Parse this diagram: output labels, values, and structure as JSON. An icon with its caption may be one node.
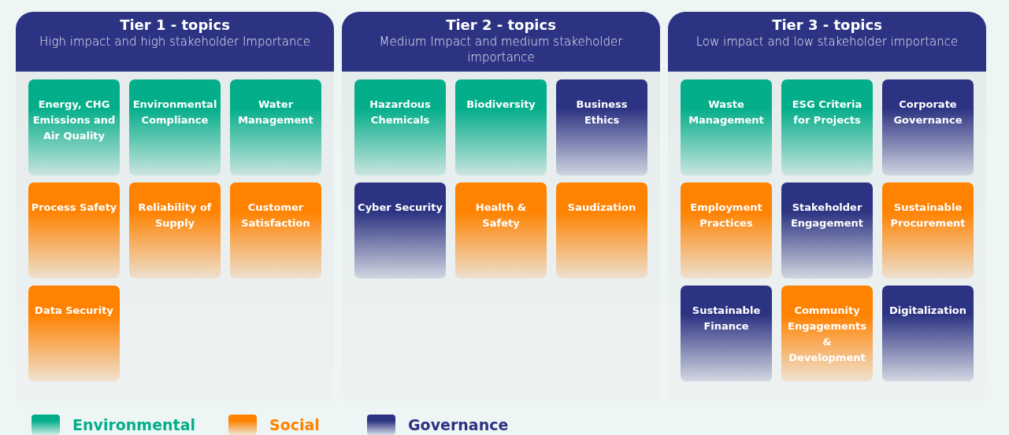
{
  "diagram": {
    "nodes": [
      {
        "text": [
          "Tier 1 - topics",
          "High impact and high stakeholder Importance"
        ]
      },
      {
        "text": [
          "Energy, CHG Emissions and Air Quality"
        ],
        "in": 0
      },
      {
        "text": [
          "Environmental Compliance"
        ],
        "in": 0
      },
      {
        "text": [
          "Water Management"
        ],
        "in": 0
      },
      {
        "text": [
          "Process Safety"
        ],
        "in": 0
      },
      {
        "text": [
          "Reliability of Supply"
        ],
        "in": 0
      },
      {
        "text": [
          "Customer Satisfaction"
        ],
        "in": 0
      },
      {
        "text": [
          "Data Security"
        ],
        "in": 0
      },
      {
        "text": [
          "Tier 2 - topics",
          "Medium Impact and medium stakeholder importance"
        ]
      },
      {
        "text": [
          "Hazardous Chemicals"
        ],
        "in": 8
      },
      {
        "text": [
          "Biodiversity"
        ],
        "in": 8
      },
      {
        "text": [
          "Business Ethics"
        ],
        "in": 8
      },
      {
        "text": [
          "Cyber Security"
        ],
        "in": 8
      },
      {
        "text": [
          "Health & Safety"
        ],
        "in": 8
      },
      {
        "text": [
          "Saudization"
        ],
        "in": 8
      },
      {
        "text": [
          "Tier 3 - topics",
          "Low impact and low stakeholder importance"
        ]
      },
      {
        "text": [
          "Waste Management"
        ],
        "in": 15
      },
      {
        "text": [
          "ESG Criteria for Projects"
        ],
        "in": 15
      },
      {
        "text": [
          "Corporate Governance"
        ],
        "in": 15
      },
      {
        "text": [
          "Employment Practices"
        ],
        "in": 15
      },
      {
        "text": [
          "Stakeholder Engagement"
        ],
        "in": 15
      },
      {
        "text": [
          "Sustainable Procurement"
        ],
        "in": 15
      },
      {
        "text": [
          "Sustainable Finance"
        ],
        "in": 15
      },
      {
        "text": [
          "Community Engagements & Development"
        ],
        "in": 15
      },
      {
        "text": [
          "Digitalization"
        ],
        "in": 15
      }
    ],
    "legend": [
      {
        "text": "Environmental",
        "color": "#04ae8a"
      },
      {
        "text": "Social",
        "color": "#ff8200"
      },
      {
        "text": "Governance",
        "color": "#2c3382"
      }
    ]
  }
}
